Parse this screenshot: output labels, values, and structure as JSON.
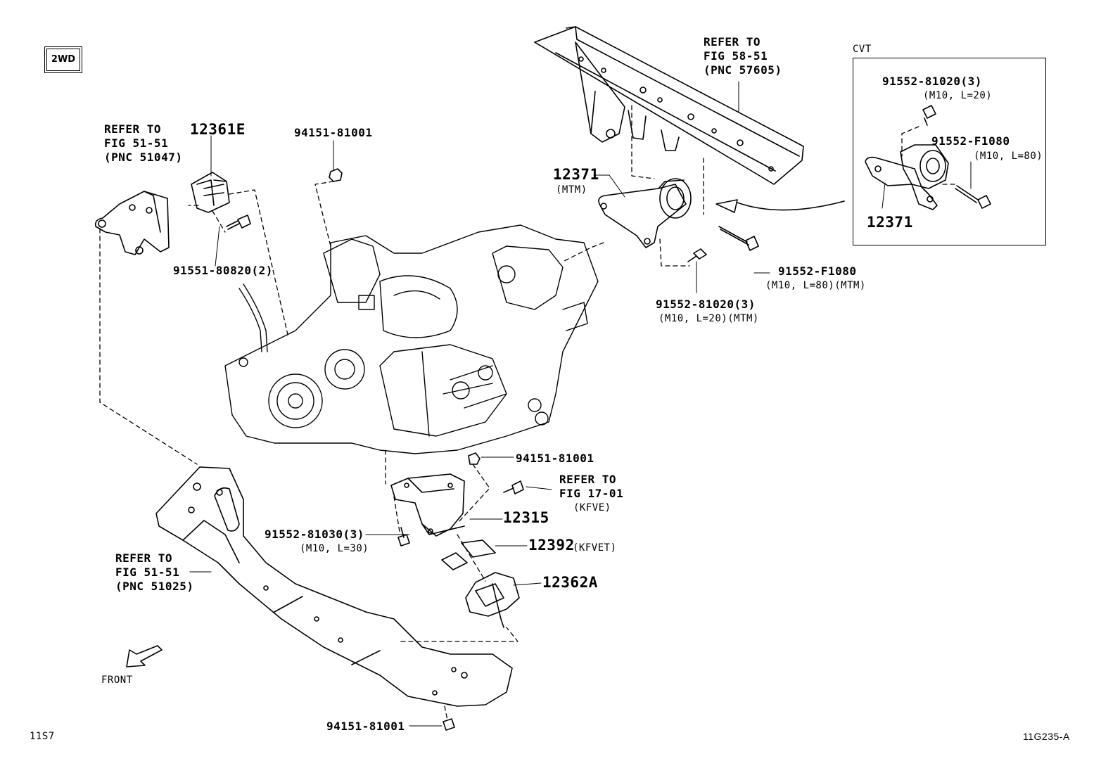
{
  "badge": "2WD",
  "cvt_title": "CVT",
  "refs": {
    "ref_51047": [
      "REFER TO",
      "FIG 51-51",
      "(PNC 51047)"
    ],
    "ref_57605": [
      "REFER TO",
      "FIG 58-51",
      "(PNC 57605)"
    ],
    "ref_17_01": [
      "REFER TO",
      "FIG 17-01",
      "(KFVE)"
    ],
    "ref_51025": [
      "REFER TO",
      "FIG 51-51",
      "(PNC 51025)"
    ]
  },
  "parts": {
    "p12361e": "12361E",
    "p94151_top": "94151-81001",
    "p12371": "12371",
    "p12371_sub": "(MTM)",
    "p91551": "91551-80820(2)",
    "p91552_f1080_mtm": "91552-F1080",
    "p91552_f1080_mtm_sub": "(M10, L=80)(MTM)",
    "p91552_81020_mtm": "91552-81020(3)",
    "p91552_81020_mtm_sub": "(M10, L=20)(MTM)",
    "p94151_mid": "94151-81001",
    "p12315": "12315",
    "p91552_81030": "91552-81030(3)",
    "p91552_81030_sub": "(M10, L=30)",
    "p12392": "12392",
    "p12392_sub": "(KFVET)",
    "p12362a": "12362A",
    "p94151_bottom": "94151-81001",
    "cvt_91552_81020": "91552-81020(3)",
    "cvt_91552_81020_sub": "(M10, L=20)",
    "cvt_91552_f1080": "91552-F1080",
    "cvt_91552_f1080_sub": "(M10, L=80)",
    "cvt_12371": "12371"
  },
  "front_label": "FRONT",
  "footer_left": "11S7",
  "footer_right": "11G235-A"
}
